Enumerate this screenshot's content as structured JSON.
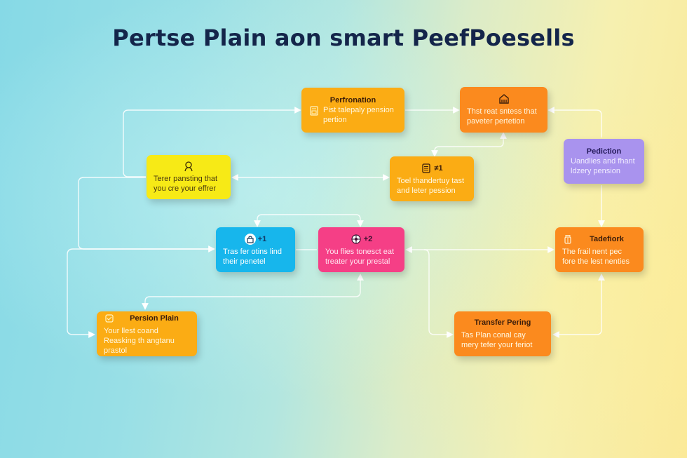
{
  "title": "Pertse Plain aon smart PeefPoesells",
  "colors": {
    "amber": "#fbac14",
    "orange": "#fb8a1e",
    "yellow": "#f7ea16",
    "purple": "#a993ee",
    "blue": "#17b6ec",
    "pink": "#f53f86",
    "title_text": "#14254a",
    "connector": "#ffffff"
  },
  "nodes": {
    "perfronation": {
      "title": "Perfronation",
      "icon": "document-image-icon",
      "body": "Pist talepaly pension pertion"
    },
    "thst_real": {
      "icon": "building-icon",
      "body": "Thst reat sntess that paveter pertetion"
    },
    "pediction": {
      "title": "Pediction",
      "body": "Uandlies and fhant ldzery pension"
    },
    "terer_pansting": {
      "icon": "person-headset-icon",
      "body": "Terer pansting that you cre your effrer"
    },
    "toel_thandertuy": {
      "icon": "clipboard-icon",
      "badge": "≠1",
      "body": "Toel thandertuy tast and leter pession"
    },
    "tras_fer": {
      "icon": "bag-icon",
      "badge": "+1",
      "body": "Tras fer otins lind their penetel"
    },
    "you_flies": {
      "icon": "globe-ball-icon",
      "badge": "+2",
      "body": "You flies tonesct eat treater your prestal"
    },
    "tadefiork": {
      "title": "Tadefiork",
      "icon": "jar-icon",
      "body": "The frail nent pec fore the lest nenties"
    },
    "persion_plain": {
      "title": "Persion Plain",
      "icon": "check-square-icon",
      "body": "Your llest coand Reasking th angtanu prastol"
    },
    "transfer_pering": {
      "title": "Transfer Pering",
      "body": "Tas Plan conal cay mery tefer your feriot"
    }
  }
}
